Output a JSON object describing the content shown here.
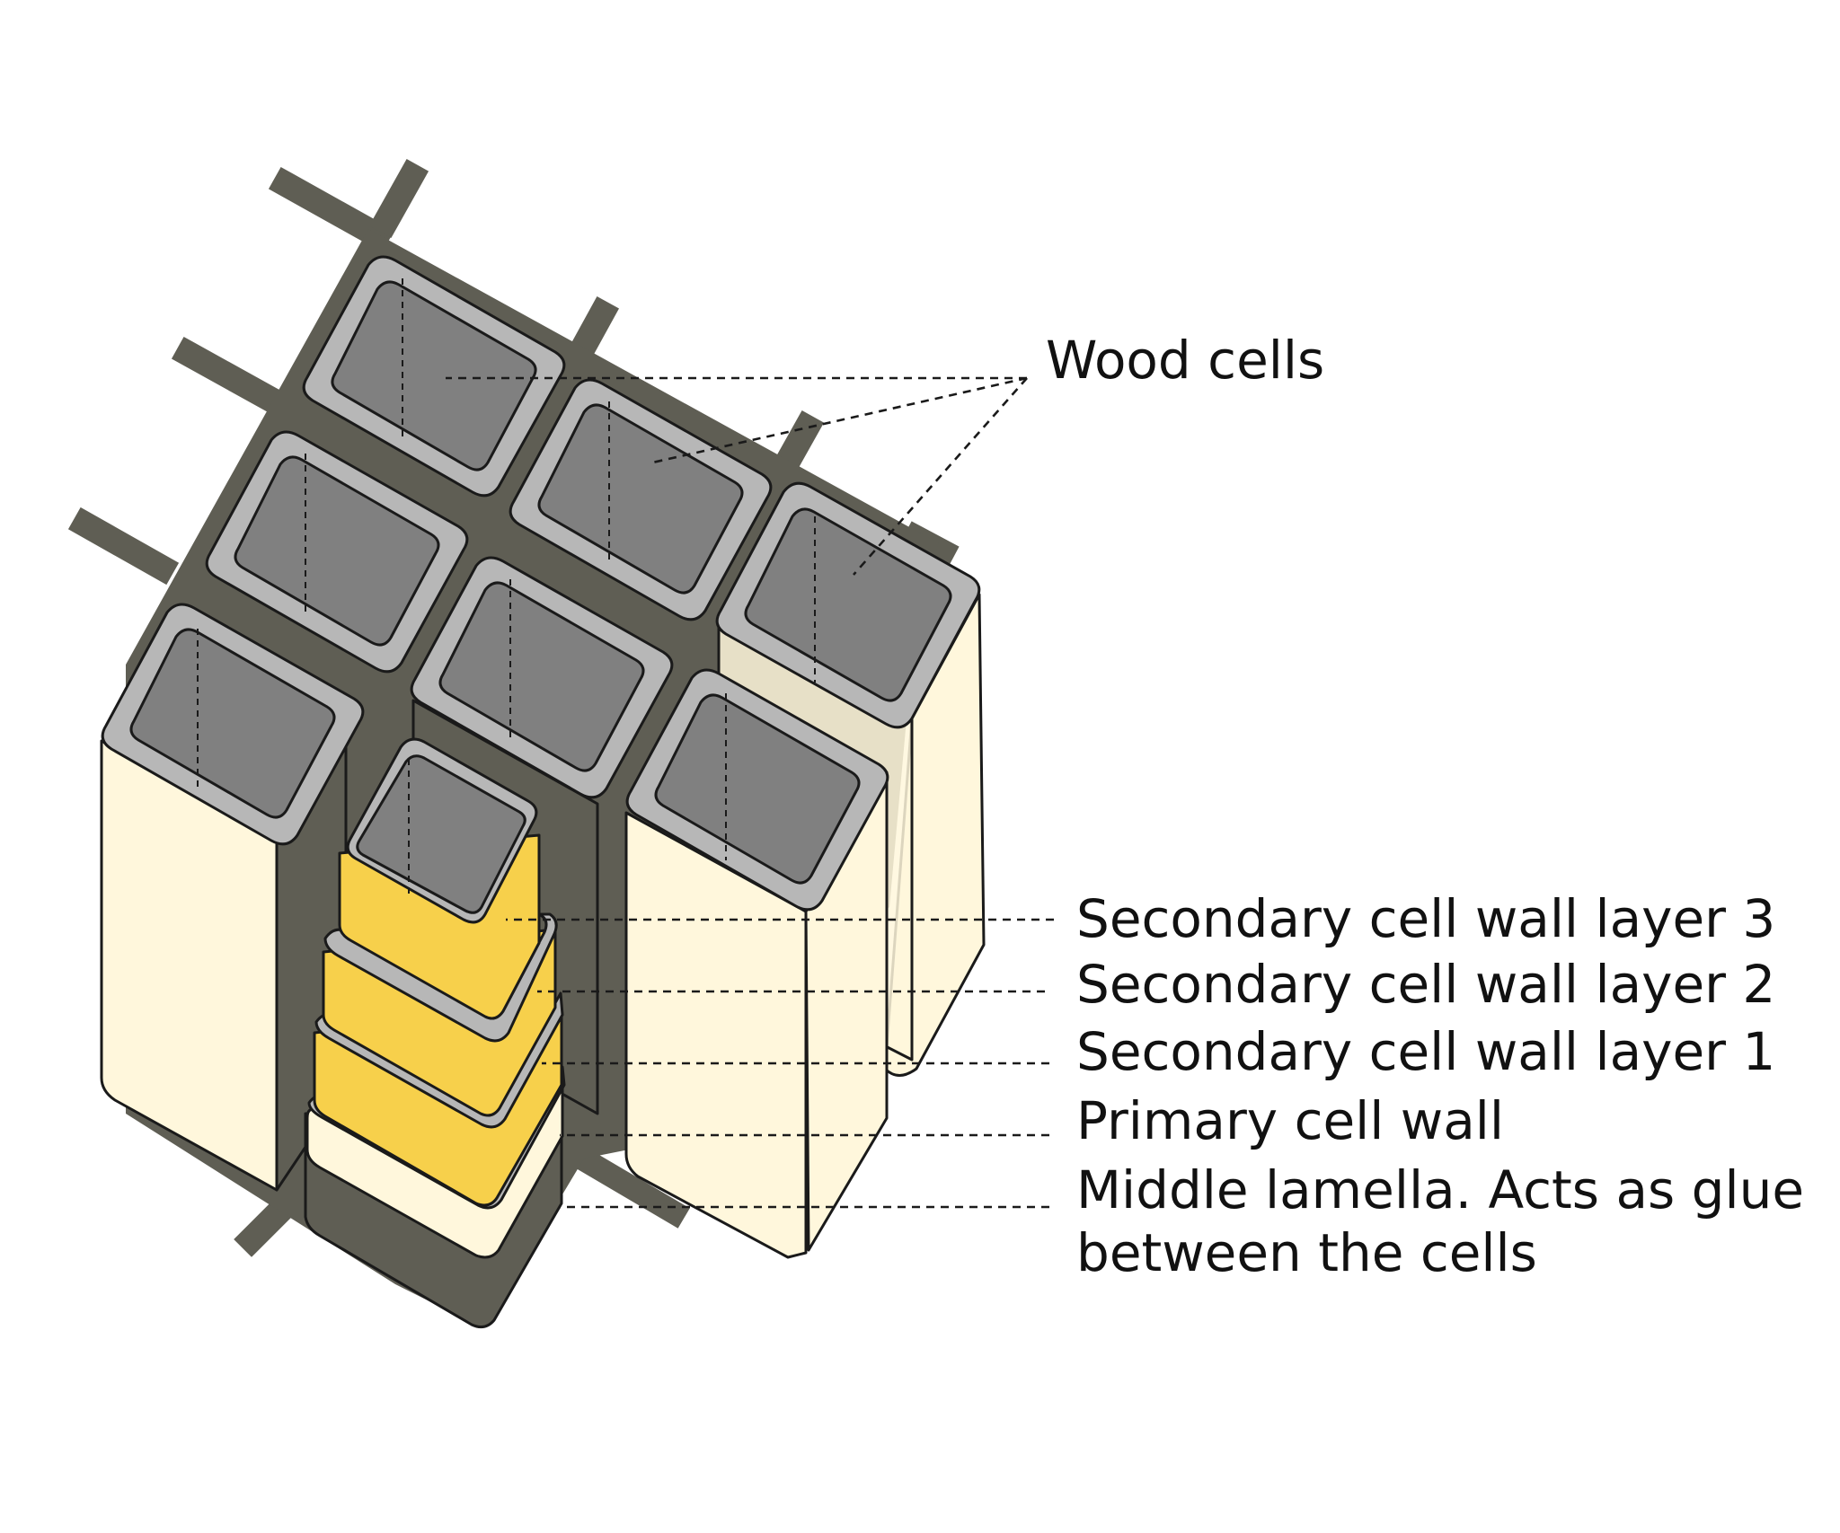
{
  "labels": {
    "wood_cells": "Wood cells",
    "secondary_layer_3": "Secondary cell wall layer 3",
    "secondary_layer_2": "Secondary cell wall layer 2",
    "secondary_layer_1": "Secondary cell wall layer 1",
    "primary_wall": "Primary cell wall",
    "middle_lamella_line1": "Middle lamella. Acts as glue",
    "middle_lamella_line2": "between the cells"
  },
  "colors": {
    "lamella_dark": "#5f5e54",
    "cell_rim": "#b7b7b7",
    "cell_lumen": "#808080",
    "cell_wall_face": "#fff7dc",
    "secondary_layers": "#f7d04b",
    "line": "#1a1a1a"
  }
}
